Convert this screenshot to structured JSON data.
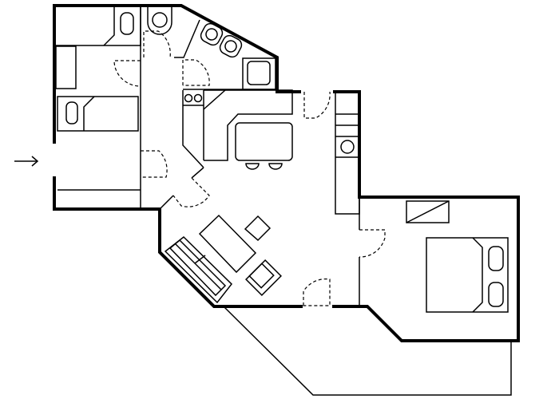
{
  "plan": {
    "colors": {
      "line": "#000000",
      "background": "#ffffff"
    },
    "rooms": [
      "bedroom-children",
      "bathroom",
      "kitchen",
      "hall",
      "living-room",
      "bedroom",
      "balcony"
    ],
    "icons": {
      "entrance": "arrow-right-icon"
    }
  }
}
